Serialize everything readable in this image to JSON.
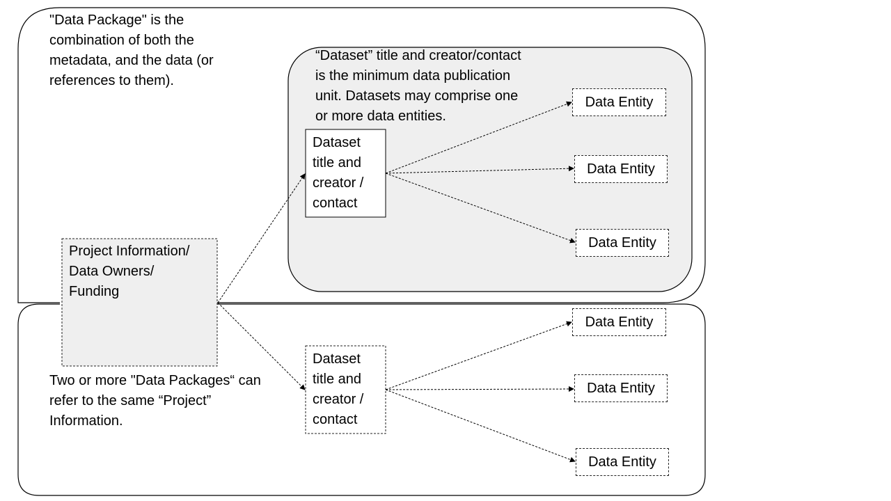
{
  "package_description": "\"Data Package\" is the\ncombination of both the\nmetadata, and the data (or\nreferences to them).",
  "dataset_note": "“Dataset” title and creator/contact\nis the minimum data publication\nunit.  Datasets may comprise one\nor more data entities.",
  "project_box": "Project Information/\nData Owners/\nFunding",
  "shared_project_note": "Two or more \"Data Packages“ can\nrefer to the same “Project”\nInformation.",
  "package_1": {
    "dataset_box": "Dataset\ntitle and\ncreator /\ncontact",
    "entities": [
      "Data Entity",
      "Data Entity",
      "Data Entity"
    ]
  },
  "package_2": {
    "dataset_box": "Dataset\ntitle and\ncreator /\ncontact",
    "entities": [
      "Data Entity",
      "Data Entity",
      "Data Entity"
    ]
  }
}
